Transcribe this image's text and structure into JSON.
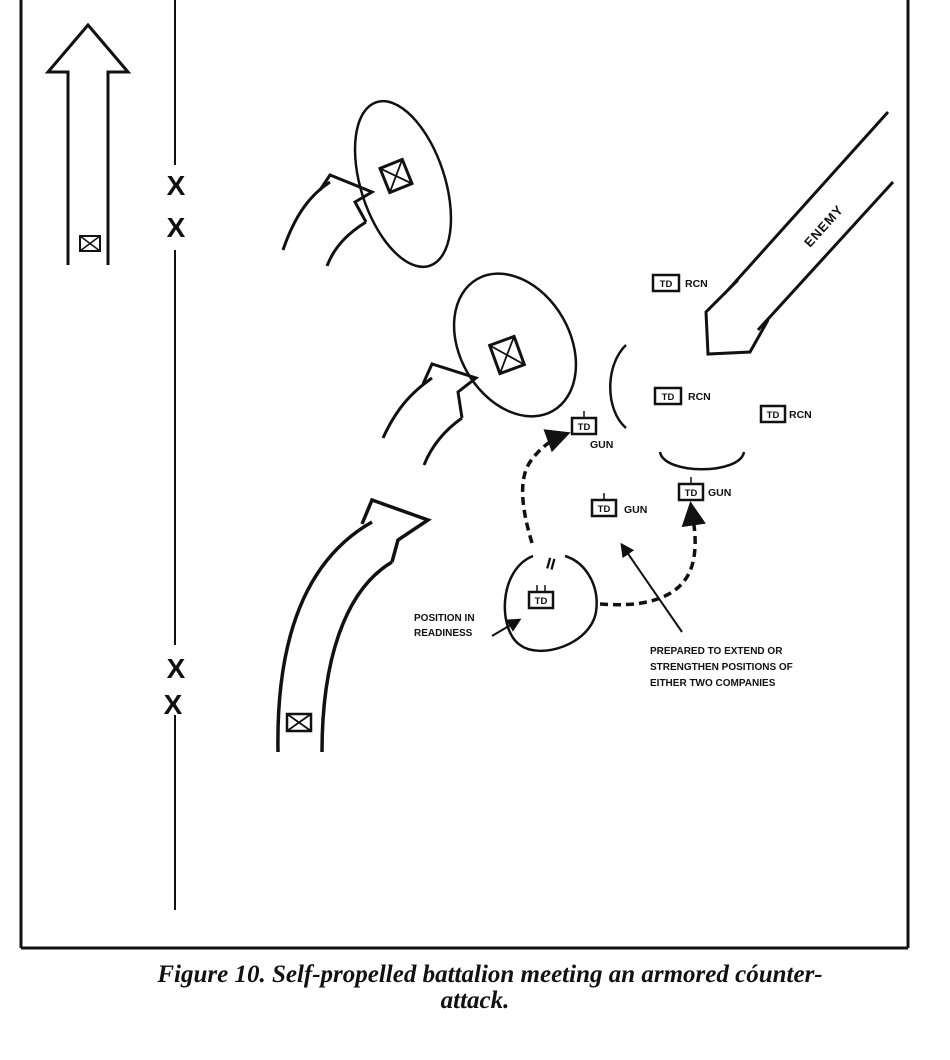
{
  "diagram": {
    "enemy_label": "ENEMY",
    "units": [
      {
        "id": "rcn1",
        "symbol": "TD",
        "role": "RCN"
      },
      {
        "id": "rcn2",
        "symbol": "TD",
        "role": "RCN"
      },
      {
        "id": "rcn3",
        "symbol": "TD",
        "role": "RCN"
      },
      {
        "id": "gun1",
        "symbol": "TD",
        "role": "GUN"
      },
      {
        "id": "gun2",
        "symbol": "TD",
        "role": "GUN"
      },
      {
        "id": "gun3",
        "symbol": "TD",
        "role": "GUN"
      },
      {
        "id": "reserve",
        "symbol": "TD",
        "role": ""
      }
    ],
    "boundary_markers": [
      "X",
      "X",
      "X",
      "X"
    ],
    "reserve_marker": "II",
    "annotations": {
      "position_line1": "POSITION IN",
      "position_line2": "READINESS",
      "prepared_line1": "PREPARED TO EXTEND OR",
      "prepared_line2": "STRENGTHEN POSITIONS OF",
      "prepared_line3": "EITHER TWO COMPANIES"
    }
  },
  "caption": {
    "line1": "Figure 10.  Self-propelled battalion meeting an armored cóunter-",
    "line2": "attack."
  }
}
